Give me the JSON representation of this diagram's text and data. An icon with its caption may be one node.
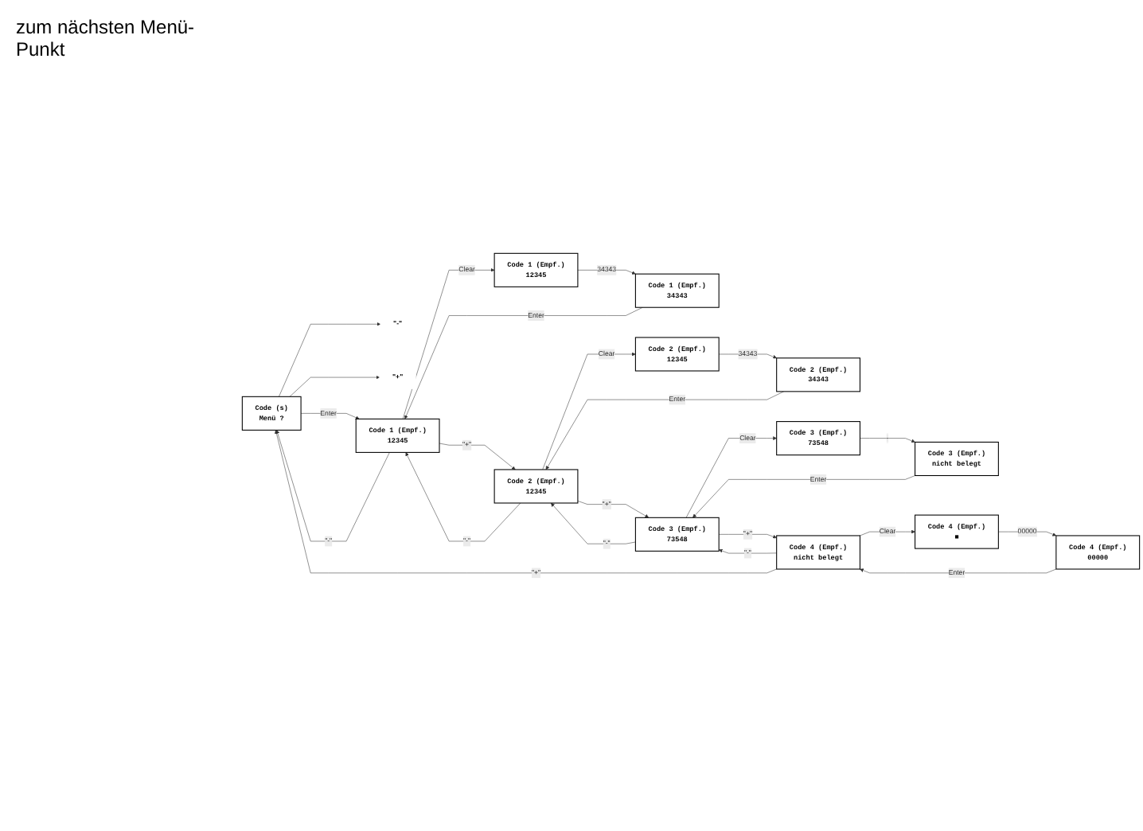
{
  "diagram": {
    "nodes": [
      {
        "text": [
          "Code (s)",
          "Menü ?"
        ]
      },
      {
        "text": [
          "\"-\""
        ]
      },
      {
        "text": [
          "\"+\""
        ]
      },
      {
        "text": [
          "Code 1 (Empf.)",
          "12345"
        ]
      },
      {
        "text": [
          "Code 1 (Empf.)",
          "12345"
        ]
      },
      {
        "text": [
          "Code 1 (Empf.)",
          "34343"
        ]
      },
      {
        "text": [
          "Code 2 (Empf.)",
          "12345"
        ]
      },
      {
        "text": [
          "Code 2 (Empf.)",
          "12345"
        ]
      },
      {
        "text": [
          "Code 2 (Empf.)",
          "34343"
        ]
      },
      {
        "text": [
          "Code 3 (Empf.)",
          "73548"
        ]
      },
      {
        "text": [
          "Code 3 (Empf.)",
          "73548"
        ]
      },
      {
        "text": [
          "Code 3 (Empf.)",
          "nicht belegt"
        ]
      },
      {
        "text": [
          "Code 4 (Empf.)",
          "nicht belegt"
        ]
      },
      {
        "text": [
          "Code 4 (Empf.)",
          "■"
        ]
      },
      {
        "text": [
          "Code 4 (Empf.)",
          "00000"
        ]
      }
    ],
    "edges": [
      {
        "from": 0,
        "to": 1,
        "arrow": "to"
      },
      {
        "from": 0,
        "to": 2,
        "arrow": "to"
      },
      {
        "from": 0,
        "to": 3,
        "arrow": "to",
        "label": "Enter"
      },
      {
        "from": 3,
        "to": 0,
        "arrow": "to",
        "label": "\"-\""
      },
      {
        "from": 3,
        "to": 4,
        "arrow": "to",
        "label": "Clear"
      },
      {
        "from": 4,
        "to": 5,
        "arrow": "to",
        "label": "34343"
      },
      {
        "from": 5,
        "to": 3,
        "arrow": "to",
        "label": "Enter"
      },
      {
        "from": 3,
        "to": 6,
        "arrow": "to",
        "label": "\"+\""
      },
      {
        "from": 6,
        "to": 3,
        "arrow": "to",
        "label": "\"-\""
      },
      {
        "from": 6,
        "to": 7,
        "arrow": "to",
        "label": "Clear"
      },
      {
        "from": 7,
        "to": 8,
        "arrow": "to",
        "label": "34343"
      },
      {
        "from": 8,
        "to": 6,
        "arrow": "to",
        "label": "Enter"
      },
      {
        "from": 6,
        "to": 9,
        "arrow": "to",
        "label": "\"+\""
      },
      {
        "from": 9,
        "to": 6,
        "arrow": "to",
        "label": "\"-\""
      },
      {
        "from": 9,
        "to": 10,
        "arrow": "to",
        "label": "Clear"
      },
      {
        "from": 10,
        "to": 11,
        "arrow": "to",
        "label": "-"
      },
      {
        "from": 11,
        "to": 9,
        "arrow": "to",
        "label": "Enter"
      },
      {
        "from": 9,
        "to": 12,
        "arrow": "to",
        "label": "\"+\""
      },
      {
        "from": 12,
        "to": 9,
        "arrow": "to",
        "label": "\"-\""
      },
      {
        "from": 12,
        "to": 13,
        "arrow": "to",
        "label": "Clear"
      },
      {
        "from": 13,
        "to": 14,
        "arrow": "to",
        "label": "00000"
      },
      {
        "from": 14,
        "to": 12,
        "arrow": "to",
        "label": "Enter"
      },
      {
        "from": 12,
        "to": 0,
        "arrow": "to",
        "label": "\"+\""
      }
    ],
    "labels": [
      "zum nächsten Menü-Punkt"
    ]
  }
}
